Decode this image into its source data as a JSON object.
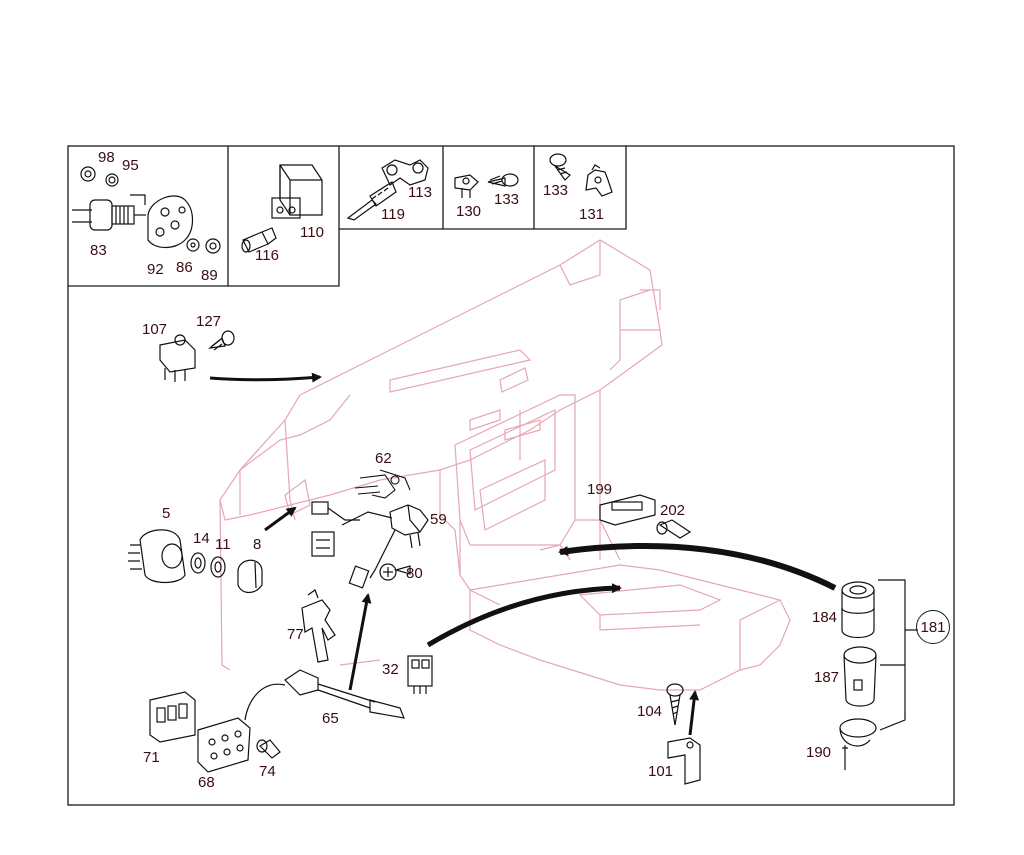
{
  "diagram": {
    "labels": {
      "p98": "98",
      "p95": "95",
      "p83": "83",
      "p92": "92",
      "p86": "86",
      "p89": "89",
      "p116": "116",
      "p110": "110",
      "p113": "113",
      "p119": "119",
      "p130": "130",
      "p133a": "133",
      "p133b": "133",
      "p131": "131",
      "p107": "107",
      "p127": "127",
      "p62": "62",
      "p59": "59",
      "p80": "80",
      "p5": "5",
      "p14": "14",
      "p11": "11",
      "p8": "8",
      "p77": "77",
      "p32": "32",
      "p65": "65",
      "p71": "71",
      "p68": "68",
      "p74": "74",
      "p199": "199",
      "p202": "202",
      "p104": "104",
      "p101": "101",
      "p184": "184",
      "p187": "187",
      "p190": "190",
      "p181": "181"
    }
  }
}
